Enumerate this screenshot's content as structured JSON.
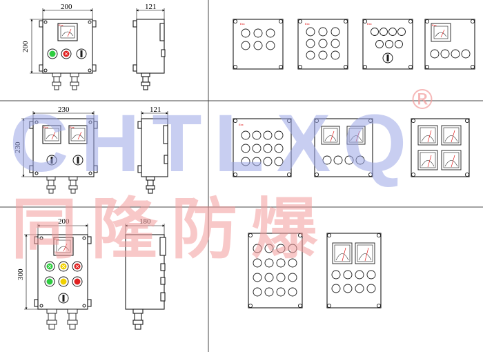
{
  "dimensions": {
    "row1_front_width": "200",
    "row1_front_height": "200",
    "row1_side_depth": "121",
    "row2_front_width": "230",
    "row2_front_height": "230",
    "row2_side_depth": "121",
    "row3_front_width": "200",
    "row3_front_height": "300",
    "row3_side_depth": "180"
  },
  "meter_label": "Exx",
  "watermark": {
    "english": "CHTLXQ",
    "registered_mark": "®",
    "chinese": "同隆防爆"
  },
  "colors": {
    "line": "#1a1a1a",
    "button_green": "#2ecc40",
    "button_red": "#e02020",
    "button_yellow": "#f0d000",
    "watermark_blue": "#9aa6e6",
    "watermark_red": "#f29a9a"
  }
}
